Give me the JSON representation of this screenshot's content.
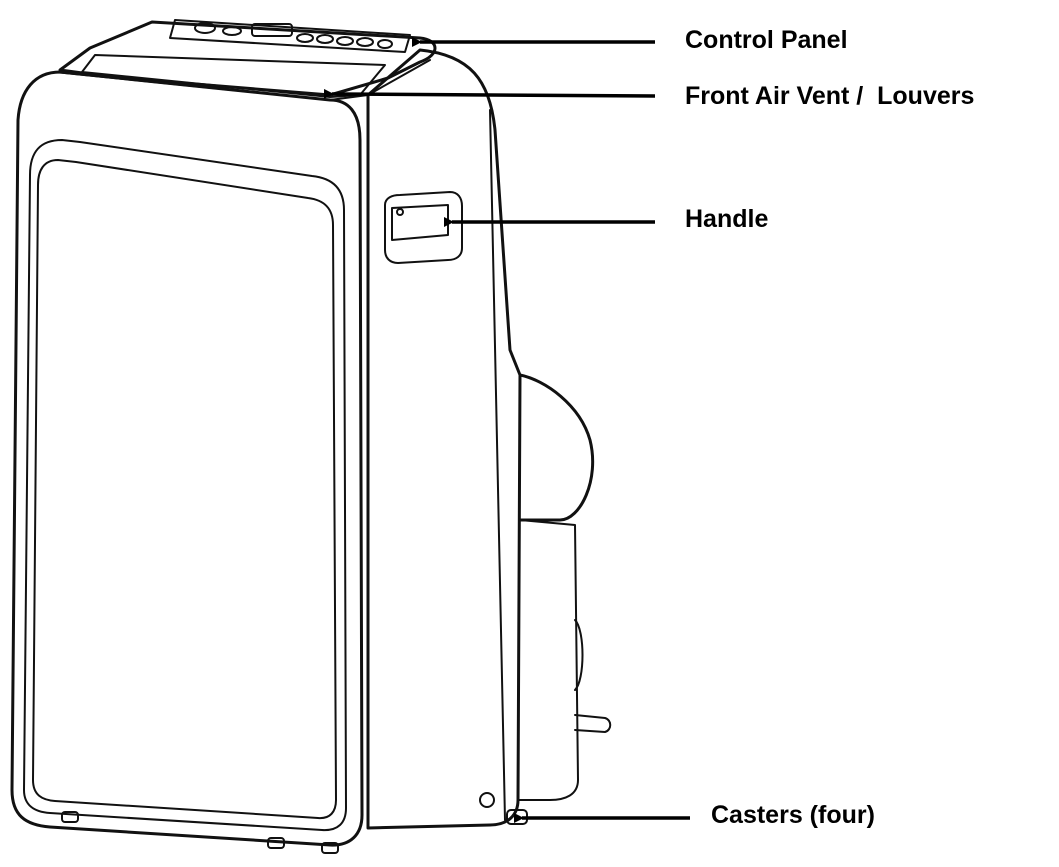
{
  "callouts": {
    "control_panel": "Control Panel",
    "front_air_vent": "Front Air Vent /  Louvers",
    "handle": "Handle",
    "casters": "Casters (four)"
  },
  "colors": {
    "line": "#111111",
    "background": "#ffffff",
    "text": "#000000"
  }
}
